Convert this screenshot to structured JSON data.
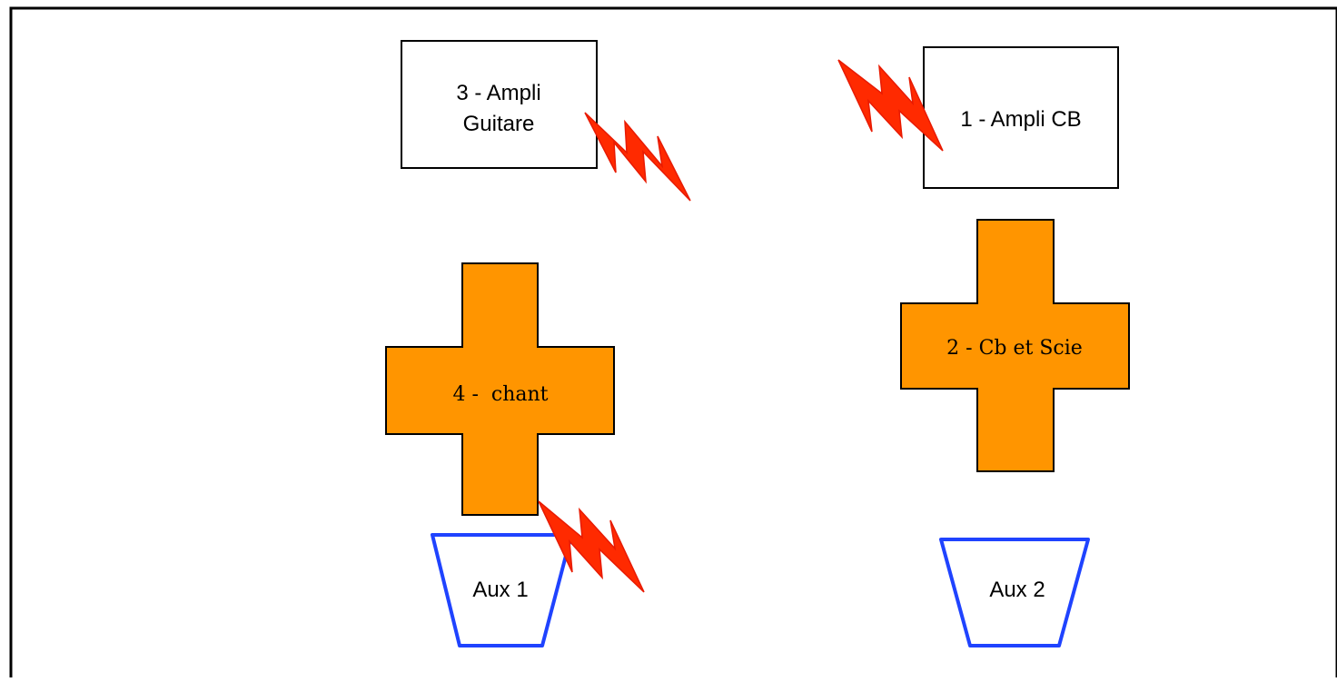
{
  "colors": {
    "frame": "#000000",
    "amp_fill": "#ffffff",
    "cross_fill": "#ff9500",
    "monitor_stroke": "#1f43ff",
    "bolt_fill": "#ff2a00",
    "bolt_stroke": "#e81a00"
  },
  "amps": {
    "guitar": {
      "line1": "3 - Ampli",
      "line2": "Guitare"
    },
    "bass": {
      "label": "1 - Ampli CB"
    }
  },
  "crosses": {
    "vocals": {
      "label": "4 -  chant"
    },
    "bass_saw": {
      "label": "2 - Cb et Scie"
    }
  },
  "monitors": {
    "aux1": {
      "label": "Aux 1"
    },
    "aux2": {
      "label": "Aux 2"
    }
  },
  "icons": {
    "power": "lightning-bolt"
  }
}
